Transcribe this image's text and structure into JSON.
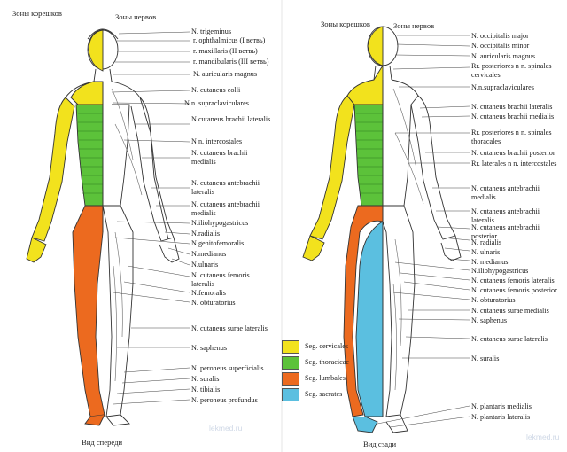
{
  "front": {
    "header_left": "Зоны корешков",
    "header_right": "Зоны нервов",
    "caption": "Вид спереди",
    "labels": [
      "N. trigeminus",
      "r. ophthalmicus (I ветвь)",
      "r. maxillaris (II ветвь)",
      "r. mandibularis (III ветвь)",
      "N. auricularis magnus",
      "N. cutaneus colli",
      "N n. supraclaviculares",
      "N.cutaneus brachii lateralis",
      "N n. intercostales",
      "N. cutaneus brachii medialis",
      "N. cutaneus antebrachii lateralis",
      "N. cutaneus antebrachii medialis",
      "N.iliohypogastricus",
      "N.radialis",
      "N.genitofemoralis",
      "N.medianus",
      "N.ulnaris",
      "N. cutaneus femoris lateralis",
      "N.femoralis",
      "N. obturatorius",
      "N. cutaneus surae lateralis",
      "N. saphenus",
      "N. peroneus superficialis",
      "N. suralis",
      "N. tibialis",
      "N. peroneus profundus"
    ]
  },
  "back": {
    "header_left": "Зоны корешков",
    "header_right": "Зоны нервов",
    "caption": "Вид сзади",
    "labels": [
      "N. occipitalis major",
      "N. occipitalis minor",
      "N. auricularis magnus",
      "Rr. posteriores n n. spinales cervicales",
      "N.n.supraclaviculares",
      "N. cutaneus brachii lateralis",
      "N. cutaneus brachii medialis",
      "Rr. posteriores n n. spinales thoracales",
      "N. cutaneus brachii posterior",
      "Rr. laterales n n. intercostales",
      "N. cutaneus antebrachii medialis",
      "N. cutaneus antebrachii lateralis",
      "N. cutaneus antebrachii posterior",
      "N. radialis",
      "N. ulnaris",
      "N. medianus",
      "N.iliohypogastricus",
      "N. cutaneus femoris lateralis",
      "N. cutaneus femoris posterior",
      "N. obturatorius",
      "N. cutaneus surae medialis",
      "N. saphenus",
      "N. cutaneus surae lateralis",
      "N. suralis",
      "N. plantaris medialis",
      "N. plantaris lateralis"
    ]
  },
  "legend": [
    {
      "label": "Seg. cervicales",
      "color": "#f2e21d"
    },
    {
      "label": "Seg. thoracicae",
      "color": "#5cc23a"
    },
    {
      "label": "Seg. lumbales",
      "color": "#ec6a1f"
    },
    {
      "label": "Seg. sacrates",
      "color": "#5bbfe0"
    }
  ],
  "watermark": "lekmed.ru",
  "colors": {
    "cervical": "#f2e21d",
    "thoracic": "#5cc23a",
    "lumbar": "#ec6a1f",
    "sacral": "#5bbfe0",
    "outline": "#333333"
  }
}
